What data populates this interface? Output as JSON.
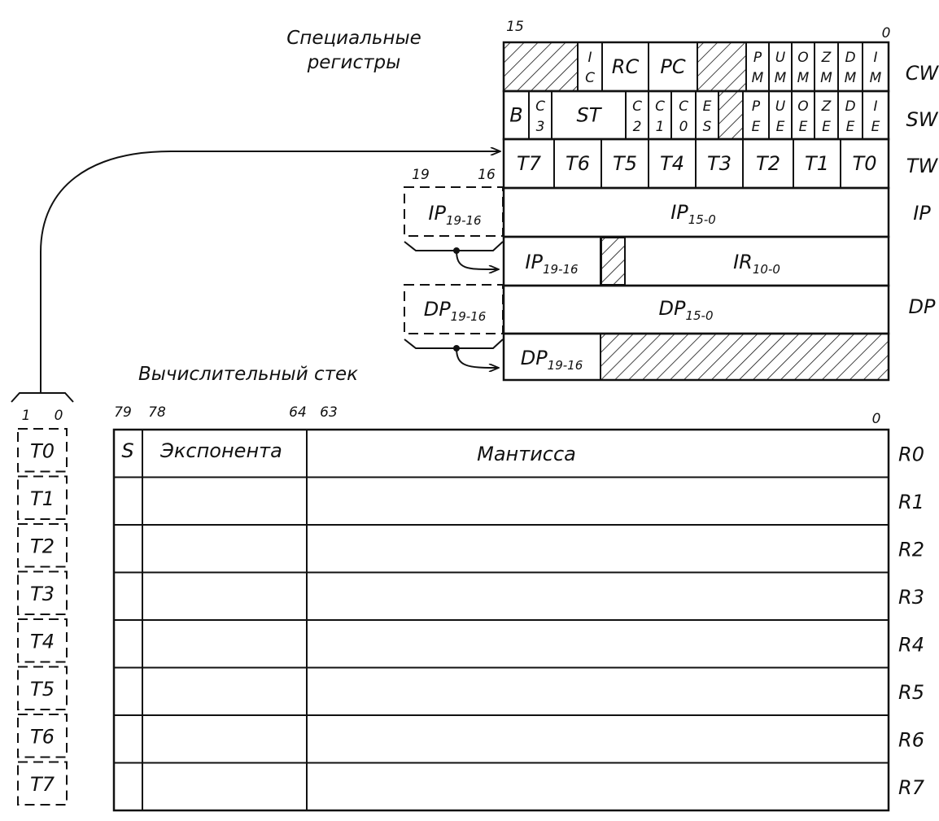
{
  "colors": {
    "ink": "#111111",
    "background": "#ffffff"
  },
  "special_registers": {
    "heading_line1": "Специальные",
    "heading_line2": "регистры",
    "bit_high": "15",
    "bit_low": "0",
    "cw": {
      "name": "CW",
      "fields": [
        {
          "type": "hatch"
        },
        {
          "lines": [
            "I",
            "C"
          ]
        },
        {
          "lines": [
            "RC"
          ]
        },
        {
          "lines": [
            "PC"
          ]
        },
        {
          "type": "hatch"
        },
        {
          "lines": [
            "P",
            "M"
          ]
        },
        {
          "lines": [
            "U",
            "M"
          ]
        },
        {
          "lines": [
            "O",
            "M"
          ]
        },
        {
          "lines": [
            "Z",
            "M"
          ]
        },
        {
          "lines": [
            "D",
            "M"
          ]
        },
        {
          "lines": [
            "I",
            "M"
          ]
        }
      ]
    },
    "sw": {
      "name": "SW",
      "fields": [
        {
          "lines": [
            "B"
          ]
        },
        {
          "lines": [
            "C",
            "3"
          ]
        },
        {
          "lines": [
            "ST"
          ]
        },
        {
          "lines": [
            "C",
            "2"
          ]
        },
        {
          "lines": [
            "C",
            "1"
          ]
        },
        {
          "lines": [
            "C",
            "0"
          ]
        },
        {
          "lines": [
            "E",
            "S"
          ]
        },
        {
          "type": "hatch"
        },
        {
          "lines": [
            "P",
            "E"
          ]
        },
        {
          "lines": [
            "U",
            "E"
          ]
        },
        {
          "lines": [
            "O",
            "E"
          ]
        },
        {
          "lines": [
            "Z",
            "E"
          ]
        },
        {
          "lines": [
            "D",
            "E"
          ]
        },
        {
          "lines": [
            "I",
            "E"
          ]
        }
      ]
    },
    "tw": {
      "name": "TW",
      "fields": [
        "T7",
        "T6",
        "T5",
        "T4",
        "T3",
        "T2",
        "T1",
        "T0"
      ]
    },
    "ip": {
      "name": "IP",
      "ext_bits_high": "19",
      "ext_bits_low": "16",
      "ext_main": "IP",
      "ext_sub": "19-16",
      "main": "IP",
      "main_sub": "15-0"
    },
    "ir_row": {
      "left_main": "IP",
      "left_sub": "19-16",
      "right_main": "IR",
      "right_sub": "10-0"
    },
    "dp": {
      "name": "DP",
      "ext_main": "DP",
      "ext_sub": "19-16",
      "main": "DP",
      "main_sub": "15-0"
    },
    "dp_row": {
      "left_main": "DP",
      "left_sub": "19-16"
    }
  },
  "stack": {
    "heading": "Вычислительный стек",
    "bits": {
      "b79": "79",
      "b78": "78",
      "b64": "64",
      "b63": "63",
      "b0": "0"
    },
    "fields": {
      "sign": "S",
      "exponent": "Экспонента",
      "mantissa": "Мантисса"
    },
    "registers": [
      "R0",
      "R1",
      "R2",
      "R3",
      "R4",
      "R5",
      "R6",
      "R7"
    ]
  },
  "tag_column": {
    "bit_high": "1",
    "bit_low": "0",
    "tags": [
      "T0",
      "T1",
      "T2",
      "T3",
      "T4",
      "T5",
      "T6",
      "T7"
    ]
  }
}
